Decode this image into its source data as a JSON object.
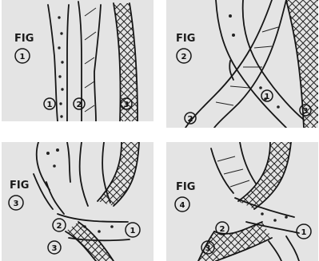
{
  "figures": [
    {
      "caption": "FIG",
      "number": "1",
      "strands": [
        "1",
        "2",
        "3"
      ]
    },
    {
      "caption": "FIG",
      "number": "2",
      "strands": [
        "1",
        "2",
        "3"
      ]
    },
    {
      "caption": "FIG",
      "number": "3",
      "strands": [
        "1",
        "2",
        "3"
      ]
    },
    {
      "caption": "FIG",
      "number": "4",
      "strands": [
        "1",
        "2",
        "3"
      ]
    }
  ],
  "strand_patterns": {
    "1": "dotted",
    "2": "lined",
    "3": "cross-hatched"
  },
  "colors": {
    "paper": "#e4e4e4",
    "ink": "#161616"
  }
}
